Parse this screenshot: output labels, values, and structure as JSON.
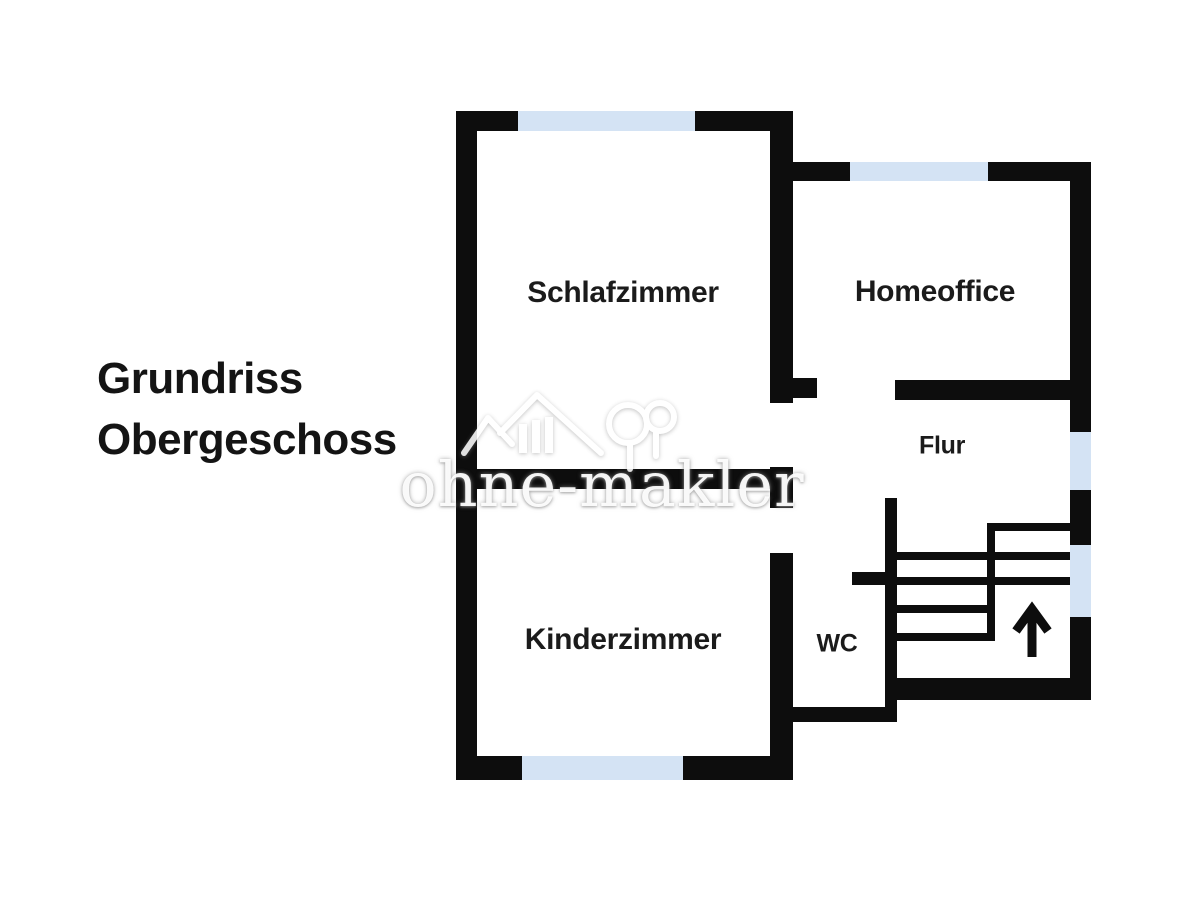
{
  "page": {
    "title_line1": "Grundriss",
    "title_line2": "Obergeschoss"
  },
  "rooms": {
    "schlafzimmer": {
      "label": "Schlafzimmer"
    },
    "homeoffice": {
      "label": "Homeoffice"
    },
    "flur": {
      "label": "Flur"
    },
    "kinderzimmer": {
      "label": "Kinderzimmer"
    },
    "wc": {
      "label": "WC"
    }
  },
  "stairs": {
    "direction_icon": "up-arrow"
  },
  "watermark": {
    "text": "ohne-makler",
    "logo": "house-and-tree-icon"
  },
  "colors": {
    "wall": "#0d0d0d",
    "window": "#d4e3f4",
    "label": "#1b1b1b",
    "watermark": "#ffffff"
  }
}
